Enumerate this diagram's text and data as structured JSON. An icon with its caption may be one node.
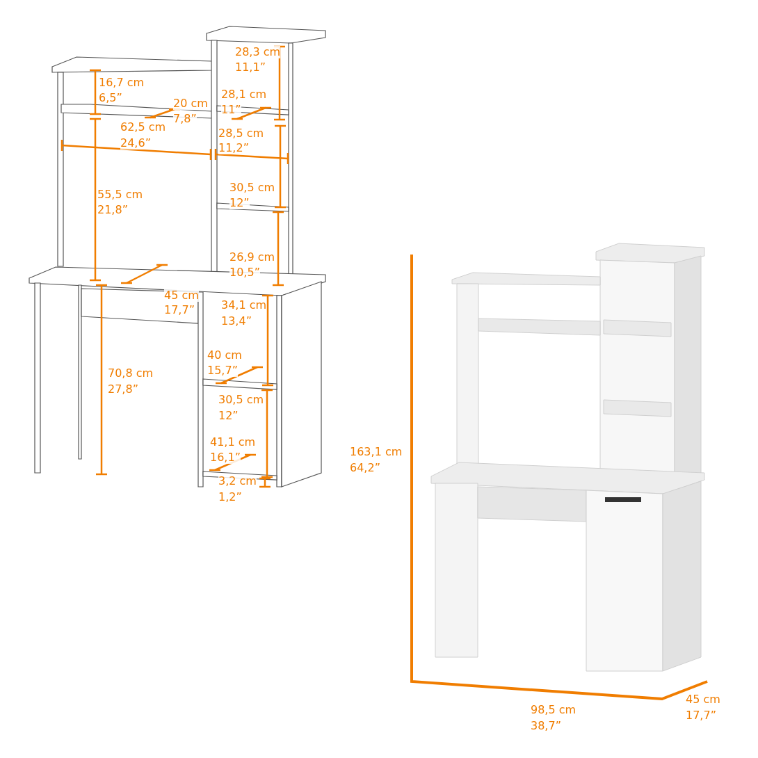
{
  "diagram": {
    "labels": [
      "28,3 cm",
      "11,1”",
      "16,7 cm",
      "6,5”",
      "28,1 cm",
      "11”",
      "20 cm",
      "7,8”",
      "62,5 cm",
      "28,5 cm",
      "24,6”",
      "11,2”",
      "55,5 cm",
      "21,8”",
      "30,5 cm",
      "12”",
      "26,9 cm",
      "10,5”",
      "45 cm",
      "17,7”",
      "34,1 cm",
      "13,4”",
      "40 cm",
      "15,7”",
      "70,8 cm",
      "27,8”",
      "30,5 cm",
      "12”",
      "41,1 cm",
      "16,1”",
      "3,2 cm",
      "1,2”",
      "163,1 cm",
      "64,2”",
      "98,5 cm",
      "45 cm",
      "38,7”",
      "17,7”"
    ]
  }
}
